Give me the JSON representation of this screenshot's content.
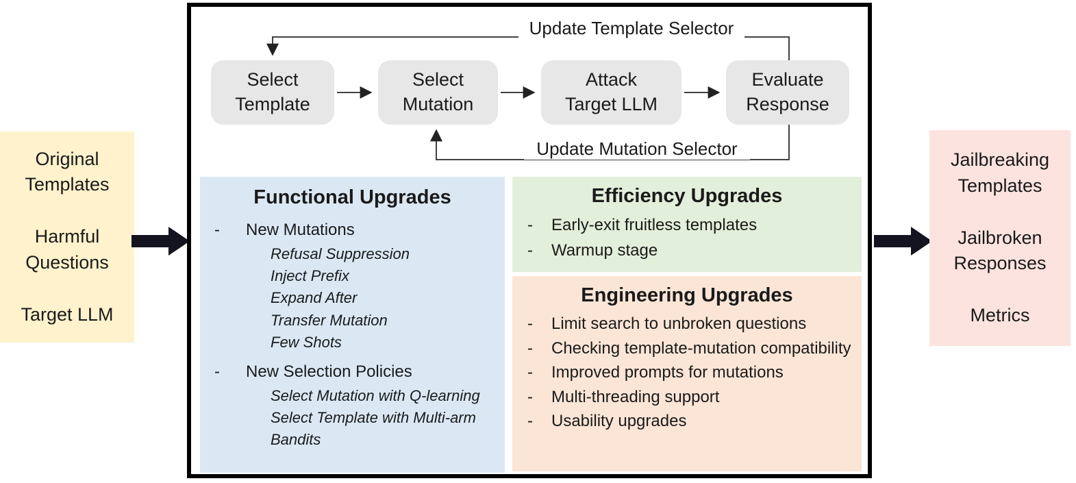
{
  "diagram": {
    "bullet_char": "-",
    "inputs": {
      "items": [
        "Original Templates",
        "Harmful Questions",
        "Target LLM"
      ]
    },
    "outputs": {
      "items": [
        "Jailbreaking Templates",
        "Jailbroken Responses",
        "Metrics"
      ]
    },
    "pipeline": {
      "steps": [
        "Select Template",
        "Select Mutation",
        "Attack Target LLM",
        "Evaluate Response"
      ],
      "top_feedback_label": "Update Template Selector",
      "bottom_feedback_label": "Update Mutation Selector"
    },
    "sections": {
      "functional": {
        "title": "Functional Upgrades",
        "groups": [
          {
            "label": "New Mutations",
            "sub_items": [
              "Refusal Suppression",
              "Inject Prefix",
              "Expand After",
              "Transfer Mutation",
              "Few Shots"
            ]
          },
          {
            "label": "New Selection Policies",
            "sub_items": [
              "Select Mutation with Q-learning",
              "Select Template with Multi-arm Bandits"
            ]
          }
        ]
      },
      "efficiency": {
        "title": "Efficiency Upgrades",
        "items": [
          "Early-exit fruitless templates",
          "Warmup stage"
        ]
      },
      "engineering": {
        "title": "Engineering Upgrades",
        "items": [
          "Limit search to unbroken questions",
          "Checking template-mutation compatibility",
          "Improved prompts for mutations",
          "Multi-threading support",
          "Usability upgrades"
        ]
      }
    },
    "colors": {
      "inputs_bg": "#FFF2CC",
      "outputs_bg": "#FCE3DF",
      "functional_bg": "#DBE8F4",
      "efficiency_bg": "#E2EFDA",
      "engineering_bg": "#FBE5D6",
      "step_bg": "#E8E7E7",
      "thick_arrow": "#141420",
      "thin_line": "#404040",
      "frame_border": "#000000"
    }
  }
}
